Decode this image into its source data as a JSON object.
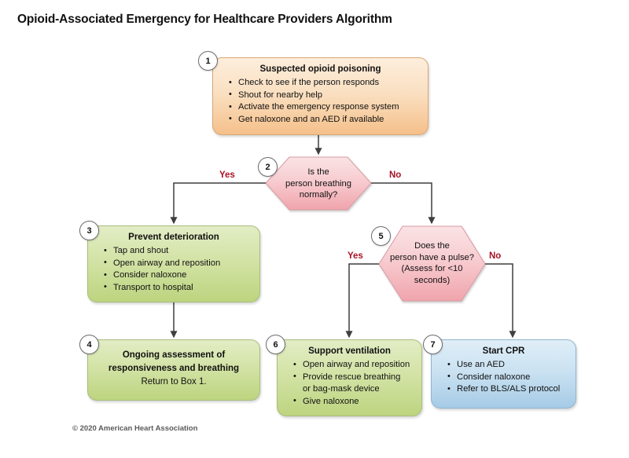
{
  "page": {
    "title": "Opioid-Associated Emergency for Healthcare Providers Algorithm",
    "copyright": "© 2020 American Heart Association"
  },
  "colors": {
    "orange_fill": "#f5c08a",
    "green_fill": "#bdd47f",
    "blue_fill": "#a6cbe6",
    "pink_fill": "#f1a9b0",
    "branch_label": "#a81225",
    "connector": "#4a4a4a"
  },
  "chart_data": {
    "type": "diagram",
    "title": "Opioid-Associated Emergency for Healthcare Providers Algorithm",
    "nodes": [
      {
        "id": "1",
        "shape": "rounded-rect",
        "color": "orange"
      },
      {
        "id": "2",
        "shape": "hexagon",
        "color": "pink"
      },
      {
        "id": "3",
        "shape": "rounded-rect",
        "color": "green"
      },
      {
        "id": "4",
        "shape": "rounded-rect",
        "color": "green"
      },
      {
        "id": "5",
        "shape": "hexagon",
        "color": "pink"
      },
      {
        "id": "6",
        "shape": "rounded-rect",
        "color": "green"
      },
      {
        "id": "7",
        "shape": "rounded-rect",
        "color": "blue"
      }
    ],
    "edges": [
      {
        "from": "1",
        "to": "2",
        "label": ""
      },
      {
        "from": "2",
        "to": "3",
        "label": "Yes"
      },
      {
        "from": "2",
        "to": "5",
        "label": "No"
      },
      {
        "from": "3",
        "to": "4",
        "label": ""
      },
      {
        "from": "5",
        "to": "6",
        "label": "Yes"
      },
      {
        "from": "5",
        "to": "7",
        "label": "No"
      }
    ]
  },
  "boxes": {
    "box1": {
      "number": "1",
      "title": "Suspected opioid poisoning",
      "items": [
        "Check to see if the person responds",
        "Shout for nearby help",
        "Activate the emergency response system",
        "Get naloxone and an AED if available"
      ]
    },
    "box2": {
      "number": "2",
      "line1": "Is the",
      "line2": "person breathing",
      "line3": "normally?"
    },
    "box3": {
      "number": "3",
      "title": "Prevent deterioration",
      "items": [
        "Tap and shout",
        "Open airway and reposition",
        "Consider naloxone",
        "Transport to hospital"
      ]
    },
    "box4": {
      "number": "4",
      "title_line1": "Ongoing assessment of",
      "title_line2": "responsiveness and breathing",
      "subtitle": "Return to Box 1."
    },
    "box5": {
      "number": "5",
      "line1": "Does the",
      "line2": "person have a pulse?",
      "line3": "(Assess for <10",
      "line4": "seconds)"
    },
    "box6": {
      "number": "6",
      "title": "Support ventilation",
      "items": [
        "Open airway and reposition",
        "Provide rescue breathing",
        "or bag-mask device",
        "Give naloxone"
      ]
    },
    "box7": {
      "number": "7",
      "title": "Start CPR",
      "items": [
        "Use an AED",
        "Consider naloxone",
        "Refer to BLS/ALS protocol"
      ]
    }
  },
  "branch_labels": {
    "b2_yes": "Yes",
    "b2_no": "No",
    "b5_yes": "Yes",
    "b5_no": "No"
  }
}
